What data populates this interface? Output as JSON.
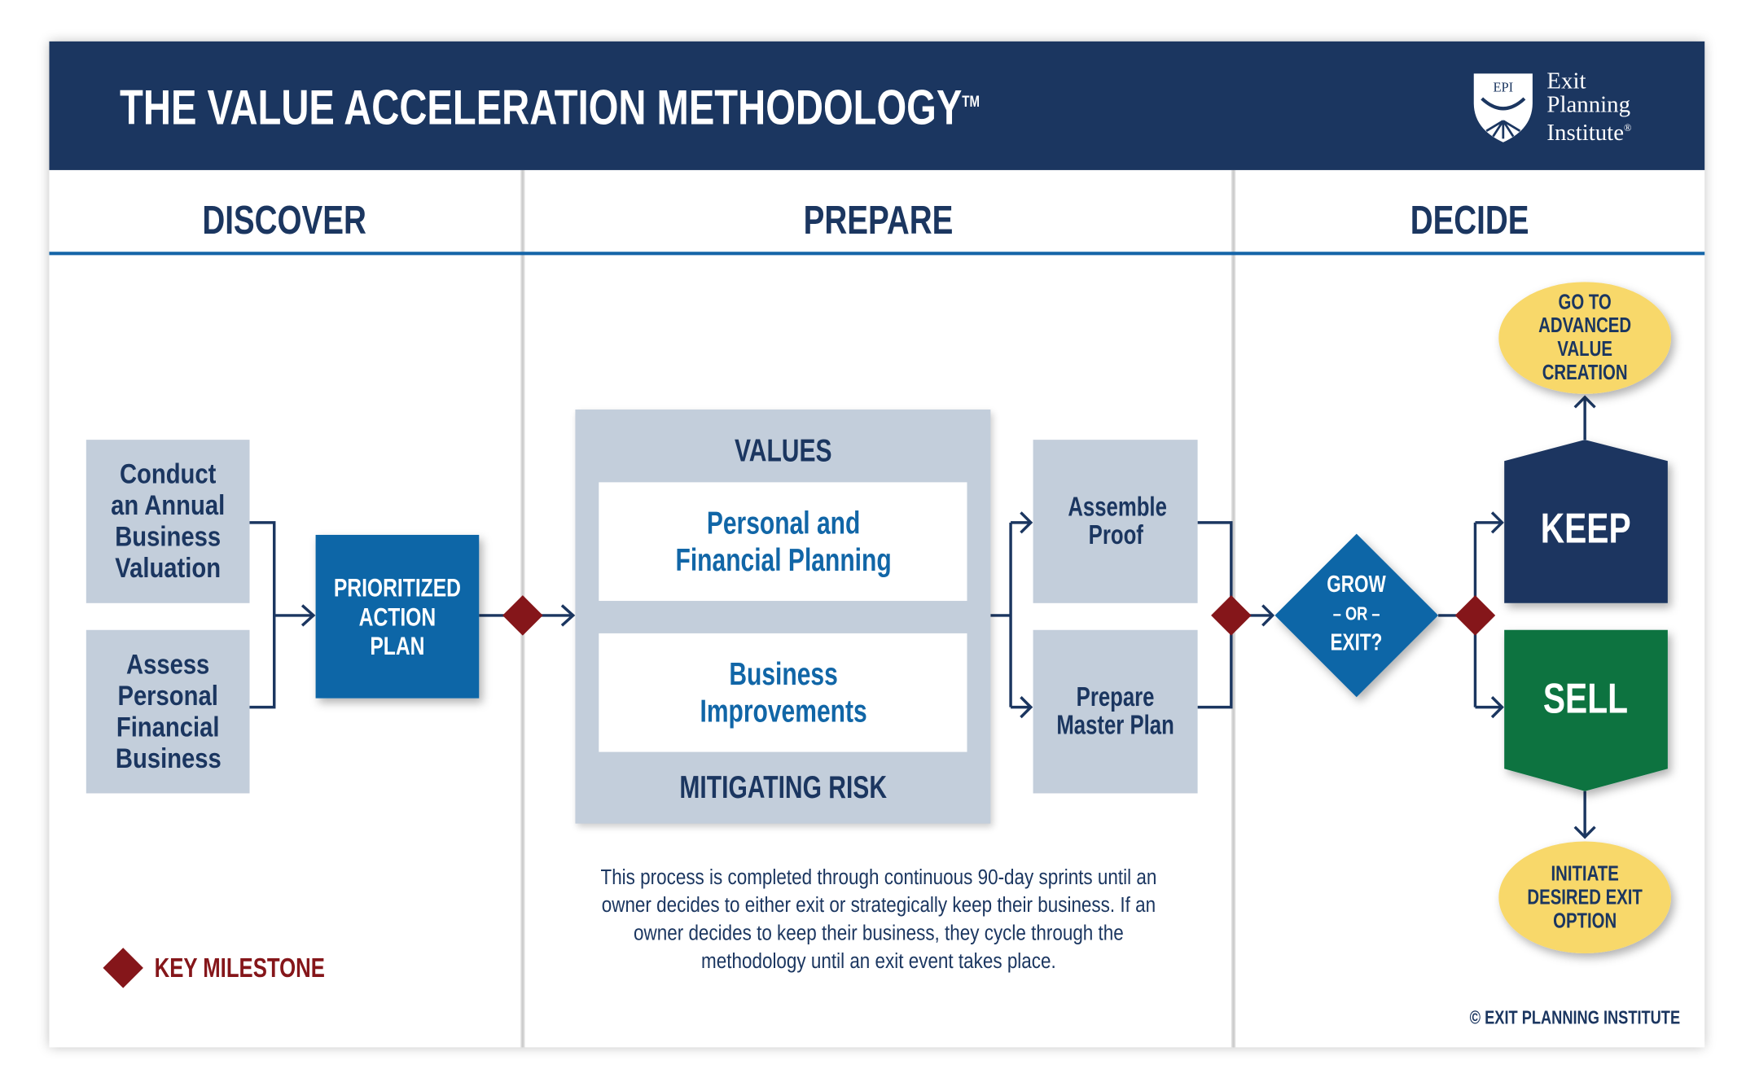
{
  "header": {
    "title": "THE VALUE ACCELERATION METHODOLOGY",
    "trademark": "TM",
    "logo": {
      "monogram": "EPI",
      "line1": "Exit",
      "line2": "Planning",
      "line3": "Institute",
      "registered": "®"
    }
  },
  "columns": [
    {
      "label": "DISCOVER"
    },
    {
      "label": "PREPARE"
    },
    {
      "label": "DECIDE"
    }
  ],
  "discover": {
    "step1": "Conduct an Annual Business Valuation",
    "step2": "Assess Personal Financial Business",
    "action_plan": "PRIORITIZED ACTION PLAN"
  },
  "prepare": {
    "values_label": "VALUES",
    "box1": "Personal and Financial Planning",
    "box2": "Business Improvements",
    "risk_label": "MITIGATING RISK",
    "assemble": "Assemble Proof",
    "master_plan": "Prepare Master Plan"
  },
  "decide": {
    "grow": "GROW",
    "or": "– OR –",
    "exit": "EXIT?",
    "keep": "KEEP",
    "sell": "SELL",
    "advanced": "GO TO ADVANCED VALUE CREATION",
    "initiate": "INITIATE DESIRED EXIT OPTION"
  },
  "description": "This process is completed through continuous 90-day sprints until an owner decides to either exit or strategically keep their business. If an owner decides to keep their business, they cycle through the methodology until an exit event takes place.",
  "legend": {
    "label": "KEY MILESTONE"
  },
  "copyright": "© EXIT PLANNING INSTITUTE",
  "colors": {
    "navy": "#1b3660",
    "blue": "#1166a7",
    "gray": "#c3cedb",
    "red": "#85161a",
    "green": "#077340",
    "yellow": "#f8d86a"
  }
}
